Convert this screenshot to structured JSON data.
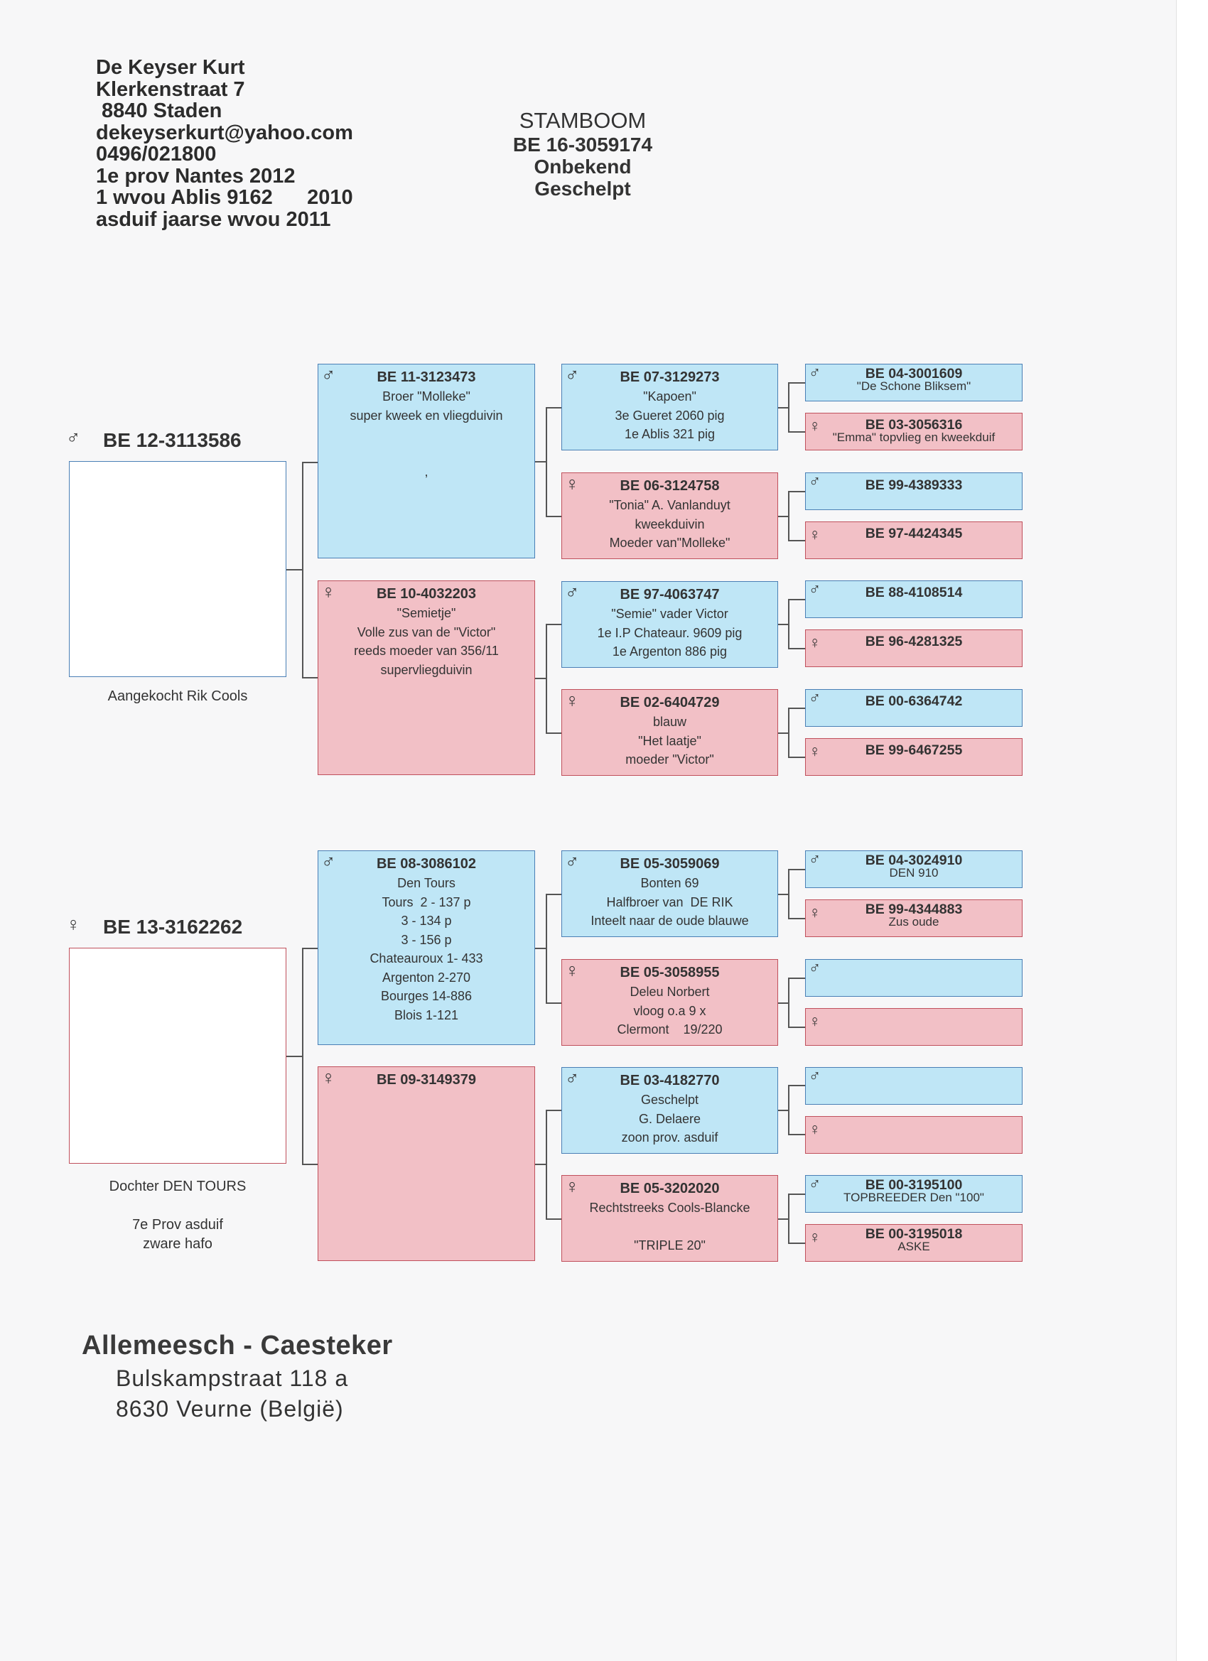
{
  "owner": {
    "lines": [
      "De Keyser Kurt",
      "Klerkenstraat 7",
      " 8840 Staden",
      "dekeyserkurt@yahoo.com",
      "0496/021800",
      "1e prov Nantes 2012",
      "1 wvou Ablis 9162      2010",
      "asduif jaarse wvou 2011"
    ]
  },
  "title": {
    "heading": "STAMBOOM",
    "ring": "BE 16-3059174",
    "line2": "Onbekend",
    "line3": "Geschelpt"
  },
  "symbols": {
    "male": "♂",
    "female": "♀"
  },
  "colors": {
    "male_fill": "#bfe6f6",
    "female_fill": "#f2c0c6",
    "male_border": "#4a7fb5",
    "female_border": "#c0505c"
  },
  "sire": {
    "ring": "BE 12-3113586",
    "caption": "Aangekocht Rik Cools",
    "father": {
      "ring": "BE 11-3123473",
      "info": "Broer \"Molleke\"\nsuper kweek en vliegduivin\n\n\n,",
      "note": ""
    },
    "mother": {
      "ring": "BE 10-4032203",
      "info": "\"Semietje\"\nVolle zus van de \"Victor\"\nreeds moeder van 356/11\nsupervliegduivin"
    },
    "ff": {
      "ring": "BE 07-3129273",
      "info": "\"Kapoen\"\n3e Gueret 2060 pig\n1e Ablis 321 pig"
    },
    "fm": {
      "ring": "BE 06-3124758",
      "info": "\"Tonia\" A. Vanlanduyt\nkweekduivin\nMoeder van\"Molleke\""
    },
    "mf": {
      "ring": "BE 97-4063747",
      "info": "\"Semie\" vader Victor\n1e I.P Chateaur. 9609 pig\n1e Argenton 886 pig"
    },
    "mm": {
      "ring": "BE 02-6404729",
      "info": "blauw\n\"Het laatje\"\nmoeder \"Victor\""
    },
    "fff": {
      "ring": "BE 04-3001609",
      "info": "\"De Schone Bliksem\""
    },
    "ffm": {
      "ring": "BE 03-3056316",
      "info": "\"Emma\" topvlieg en kweekduif"
    },
    "fmf": {
      "ring": "BE 99-4389333",
      "info": ""
    },
    "fmm": {
      "ring": "BE 97-4424345",
      "info": ""
    },
    "mff": {
      "ring": "BE 88-4108514",
      "info": ""
    },
    "mfm": {
      "ring": "BE 96-4281325",
      "info": ""
    },
    "mmf": {
      "ring": "BE 00-6364742",
      "info": ""
    },
    "mmm": {
      "ring": "BE 99-6467255",
      "info": ""
    }
  },
  "dam": {
    "ring": "BE 13-3162262",
    "caption": "Dochter DEN TOURS\n\n7e Prov asduif\nzware hafo",
    "father": {
      "ring": "BE 08-3086102",
      "info": "Den Tours\nTours  2 - 137 p\n3 - 134 p\n3 - 156 p\nChateauroux 1- 433\nArgenton 2-270\nBourges 14-886\nBlois 1-121"
    },
    "mother": {
      "ring": "BE 09-3149379",
      "info": ""
    },
    "ff": {
      "ring": "BE 05-3059069",
      "info": "Bonten 69\nHalfbroer van  DE RIK\nInteelt naar de oude blauwe"
    },
    "fm": {
      "ring": "BE 05-3058955",
      "info": "Deleu Norbert\nvloog o.a 9 x\nClermont    19/220"
    },
    "mf": {
      "ring": "BE 03-4182770",
      "info": "Geschelpt\nG. Delaere\nzoon prov. asduif"
    },
    "mm": {
      "ring": "BE 05-3202020",
      "info": "Rechtstreeks Cools-Blancke\n\n\"TRIPLE 20\""
    },
    "fff": {
      "ring": "BE 04-3024910",
      "info": "DEN 910"
    },
    "ffm": {
      "ring": "BE 99-4344883",
      "info": "Zus oude"
    },
    "fmf": {
      "ring": "",
      "info": ""
    },
    "fmm": {
      "ring": "",
      "info": ""
    },
    "mff": {
      "ring": "",
      "info": ""
    },
    "mfm": {
      "ring": "",
      "info": ""
    },
    "mmf": {
      "ring": "BE 00-3195100",
      "info": "TOPBREEDER Den \"100\""
    },
    "mmm": {
      "ring": "BE 00-3195018",
      "info": "ASKE"
    }
  },
  "breeder": {
    "name": "Allemeesch - Caesteker",
    "street": "Bulskampstraat 118 a",
    "city": "8630 Veurne (België)"
  }
}
